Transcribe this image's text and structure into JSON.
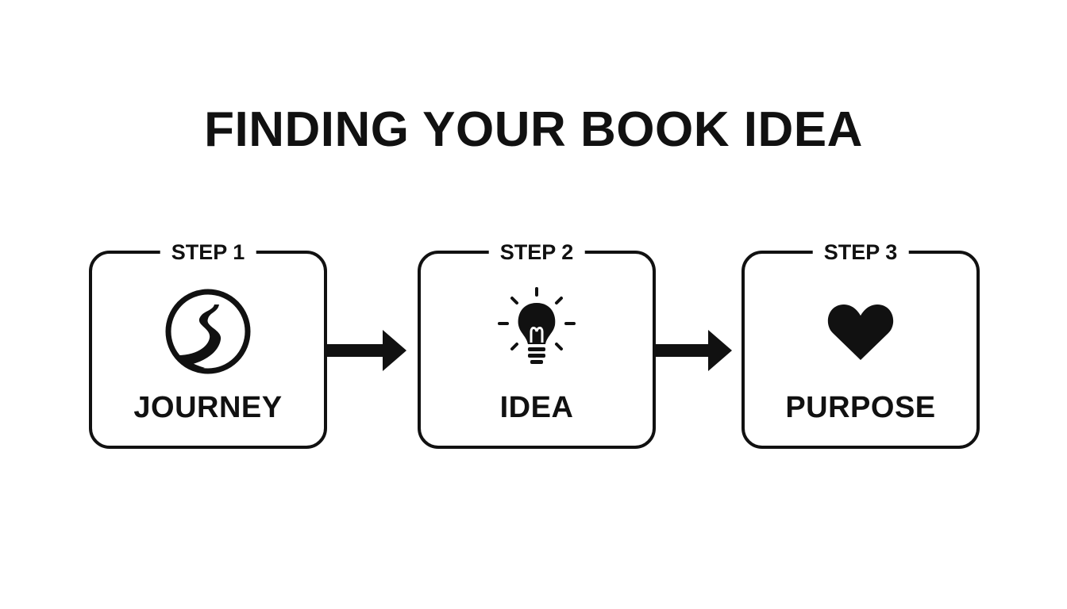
{
  "title": "FINDING YOUR BOOK IDEA",
  "steps": [
    {
      "tag": "STEP 1",
      "label": "JOURNEY",
      "icon": "winding-road-icon"
    },
    {
      "tag": "STEP 2",
      "label": "IDEA",
      "icon": "lightbulb-icon"
    },
    {
      "tag": "STEP 3",
      "label": "PURPOSE",
      "icon": "heart-icon"
    }
  ],
  "colors": {
    "ink": "#111111",
    "background": "#ffffff"
  }
}
